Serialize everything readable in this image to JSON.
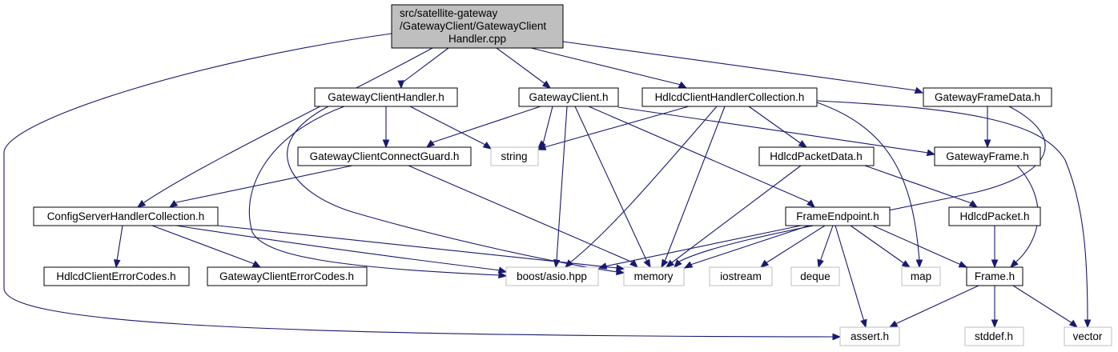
{
  "graph": {
    "root": {
      "lines": [
        "src/satellite-gateway",
        "/GatewayClient/GatewayClient",
        "Handler.cpp"
      ]
    },
    "nodes": {
      "gch": "GatewayClientHandler.h",
      "gc": "GatewayClient.h",
      "hchc": "HdlcdClientHandlerCollection.h",
      "gfd": "GatewayFrameData.h",
      "gccg": "GatewayClientConnectGuard.h",
      "string": "string",
      "hpd": "HdlcdPacketData.h",
      "gf": "GatewayFrame.h",
      "cshc": "ConfigServerHandlerCollection.h",
      "fe": "FrameEndpoint.h",
      "hp": "HdlcdPacket.h",
      "hcec": "HdlcdClientErrorCodes.h",
      "gcec": "GatewayClientErrorCodes.h",
      "asio": "boost/asio.hpp",
      "memory": "memory",
      "iostream": "iostream",
      "deque": "deque",
      "map": "map",
      "frame": "Frame.h",
      "assert": "assert.h",
      "stddef": "stddef.h",
      "vector": "vector"
    },
    "colors": {
      "edge": "#191970",
      "root_fill": "#bfbfbf",
      "project_border": "#000000",
      "system_border": "#bfbfbf"
    }
  }
}
